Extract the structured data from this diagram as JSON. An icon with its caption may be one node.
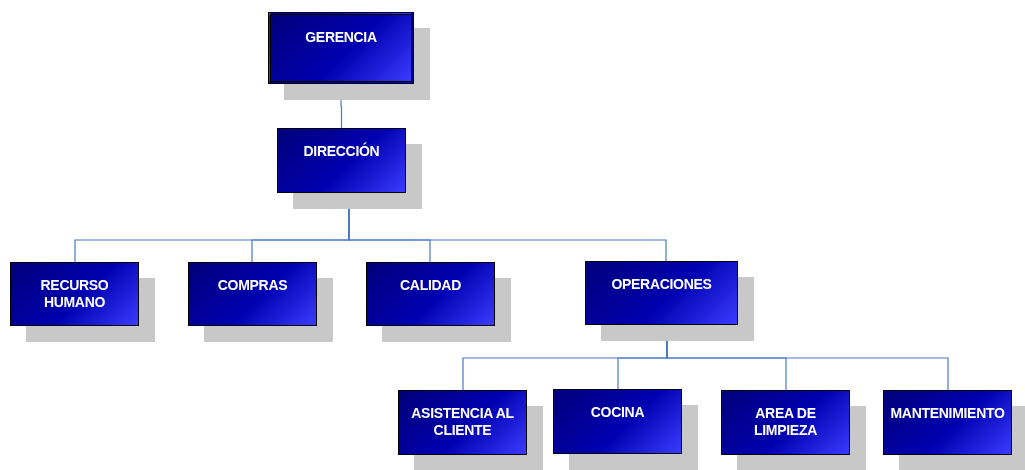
{
  "diagram": {
    "nodes": [
      {
        "text": [
          "GERENCIA"
        ]
      },
      {
        "text": [
          "DIRECCIÓN"
        ]
      },
      {
        "text": [
          "RECURSO HUMANO"
        ]
      },
      {
        "text": [
          "COMPRAS"
        ]
      },
      {
        "text": [
          "CALIDAD"
        ]
      },
      {
        "text": [
          "OPERACIONES"
        ]
      },
      {
        "text": [
          "ASISTENCIA AL CLIENTE"
        ]
      },
      {
        "text": [
          "COCINA"
        ]
      },
      {
        "text": [
          "AREA DE LIMPIEZA"
        ]
      },
      {
        "text": [
          "MANTENIMIENTO"
        ]
      }
    ],
    "edges": [
      {
        "from": 0,
        "to": 1,
        "arrow": "none"
      },
      {
        "from": 1,
        "to": 2,
        "arrow": "none"
      },
      {
        "from": 1,
        "to": 3,
        "arrow": "none"
      },
      {
        "from": 1,
        "to": 4,
        "arrow": "none"
      },
      {
        "from": 1,
        "to": 5,
        "arrow": "none"
      },
      {
        "from": 5,
        "to": 6,
        "arrow": "none"
      },
      {
        "from": 5,
        "to": 7,
        "arrow": "none"
      },
      {
        "from": 5,
        "to": 8,
        "arrow": "none"
      },
      {
        "from": 5,
        "to": 9,
        "arrow": "none"
      }
    ]
  }
}
